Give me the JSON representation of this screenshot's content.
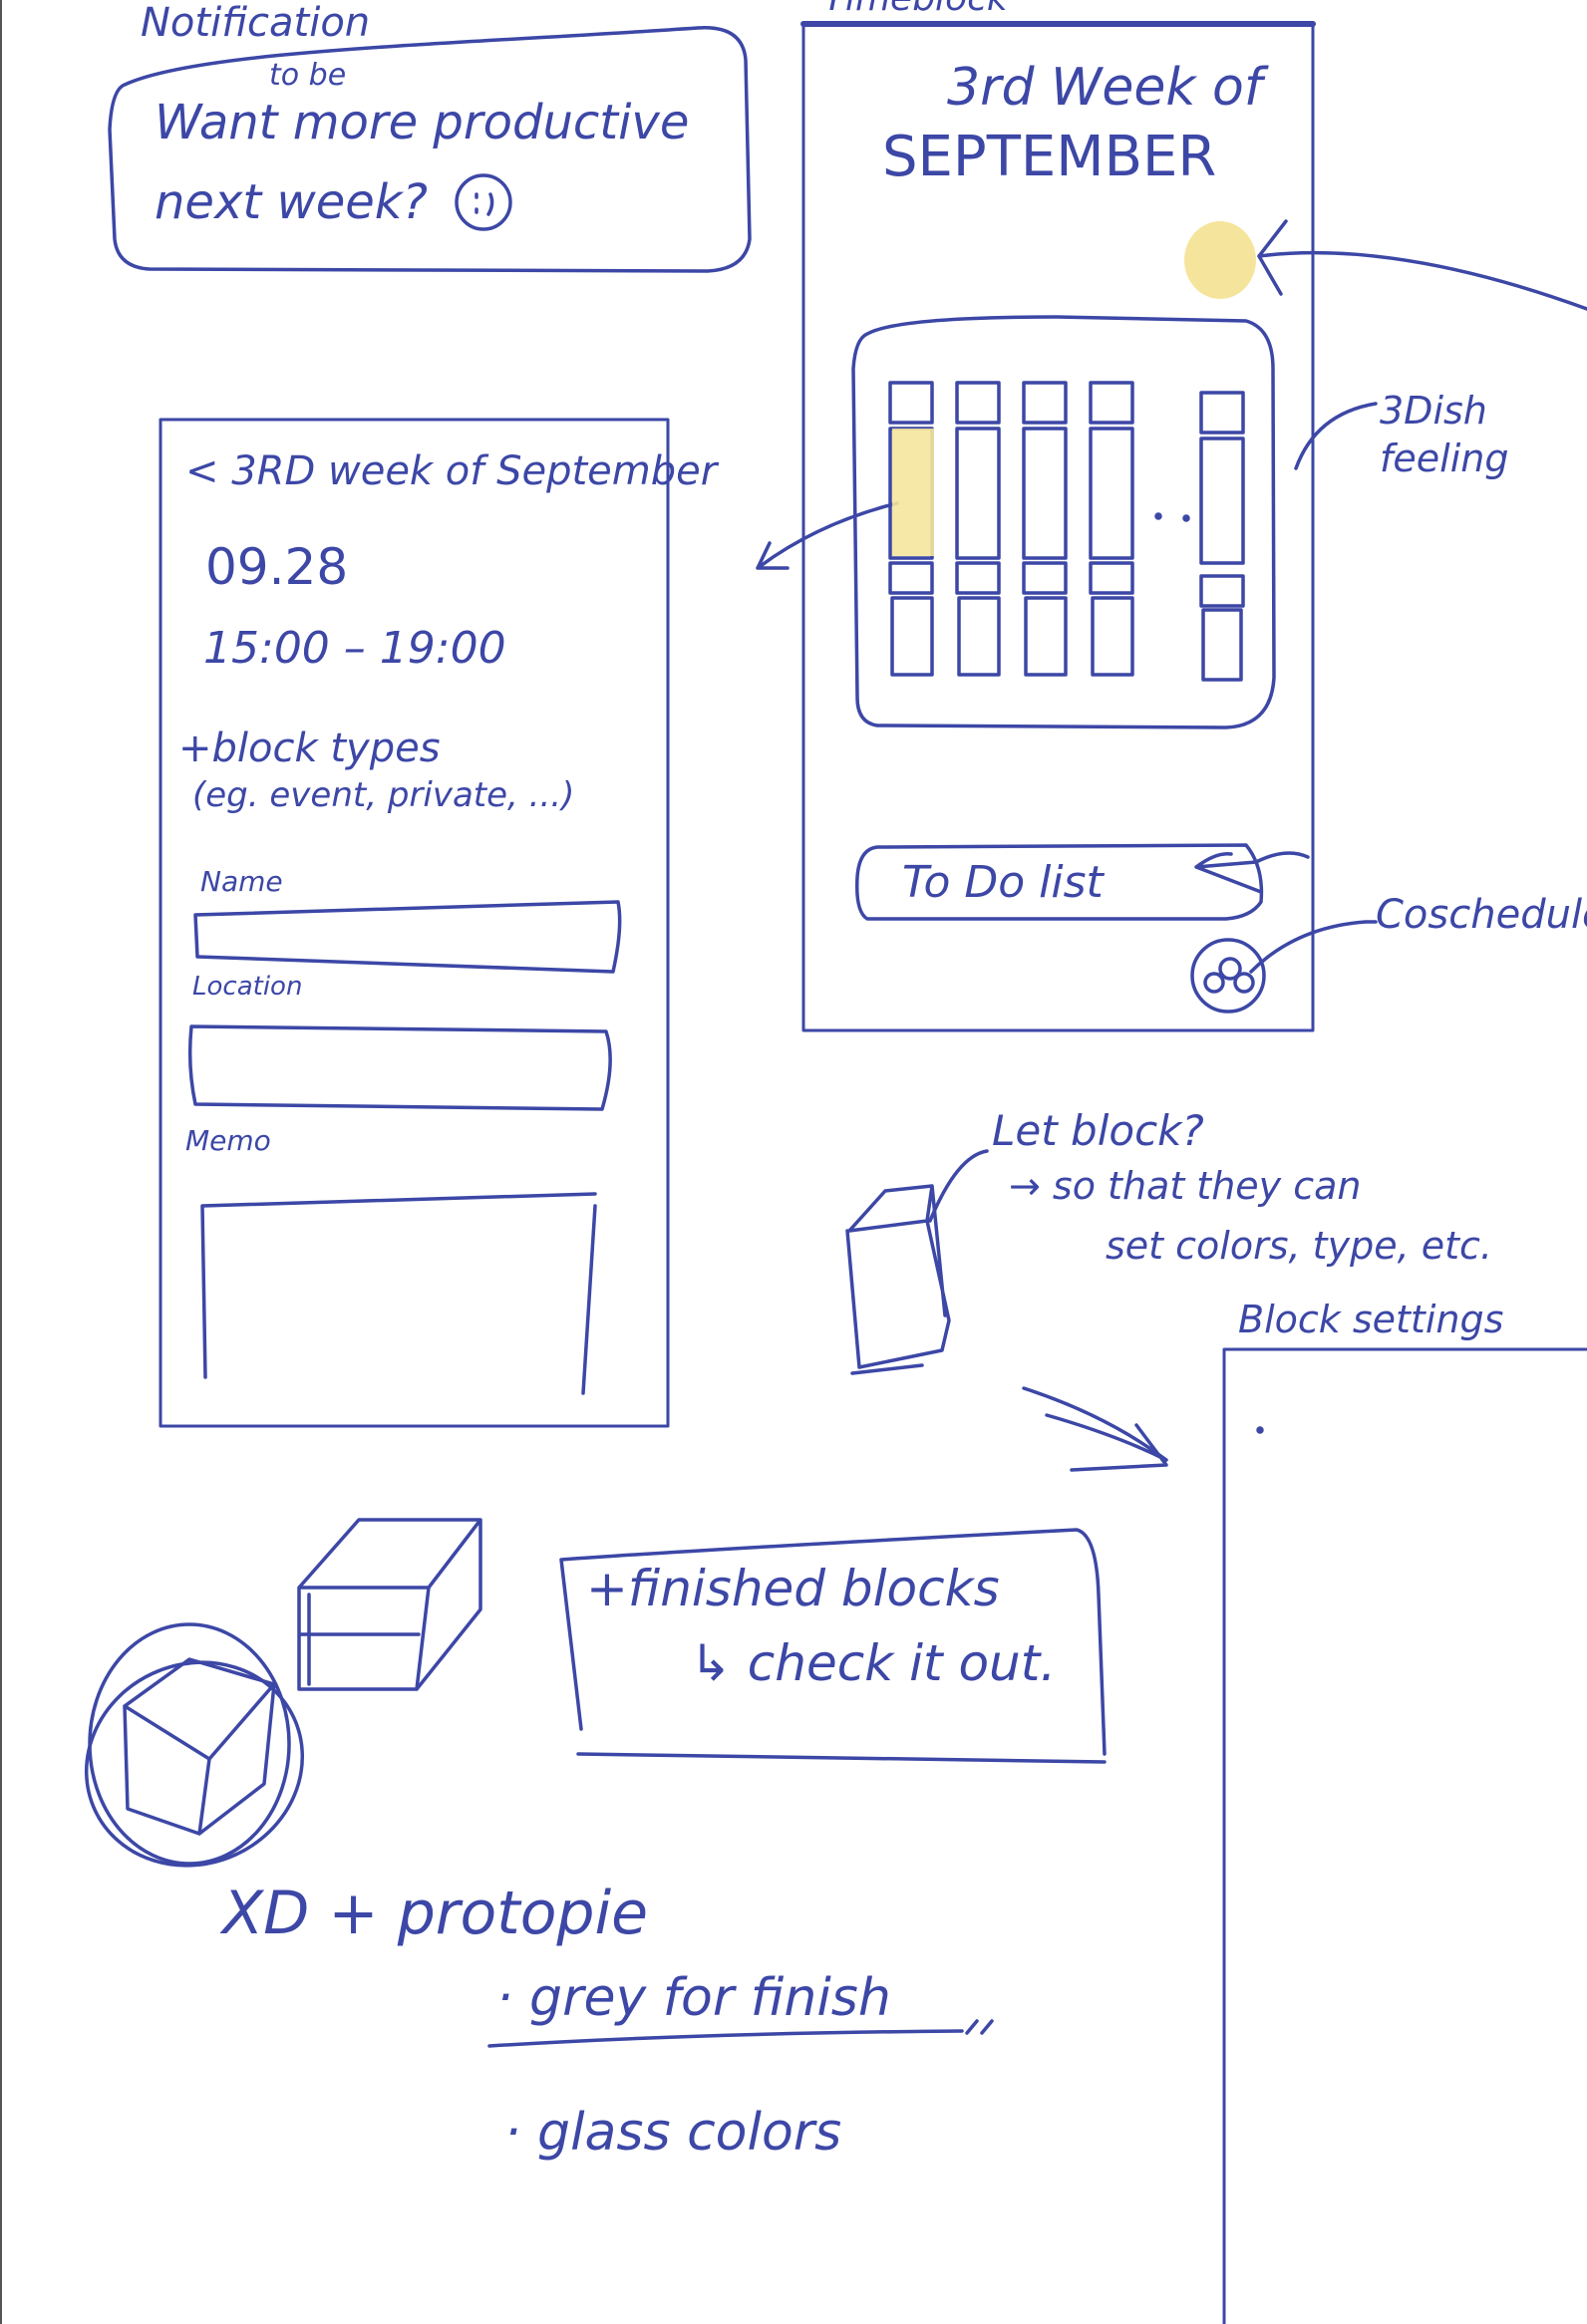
{
  "notification": {
    "label": "Notification",
    "insert": "to be",
    "line1": "Want more productive",
    "line2": "next week?"
  },
  "timeblock": {
    "label": "Timeblock",
    "title_line1": "3rd Week of",
    "title_line2": "SEPTEMBER",
    "todo_label": "To Do list",
    "annotation_3d": "3Dish feeling",
    "annotation_coschedule": "Coschedule",
    "accent_color": "#f5e59c"
  },
  "detail": {
    "header": "< 3RD week of September",
    "date": "09.28",
    "time": "15:00 – 19:00",
    "block_types": "+block types",
    "block_types_eg": "(eg. event, private, ...)",
    "name_label": "Name",
    "location_label": "Location",
    "memo_label": "Memo"
  },
  "let_block": {
    "line1": "Let block?",
    "line2": "→ so that they can",
    "line3": "set colors, type, etc."
  },
  "block_settings": {
    "label": "Block settings"
  },
  "finished": {
    "line1": "+finished blocks",
    "line2": "↳ check it out."
  },
  "notes": {
    "title": "XD + protopie",
    "item1": "· grey for finish",
    "item2": "· glass colors"
  },
  "stroke_color": "#3c47a6"
}
